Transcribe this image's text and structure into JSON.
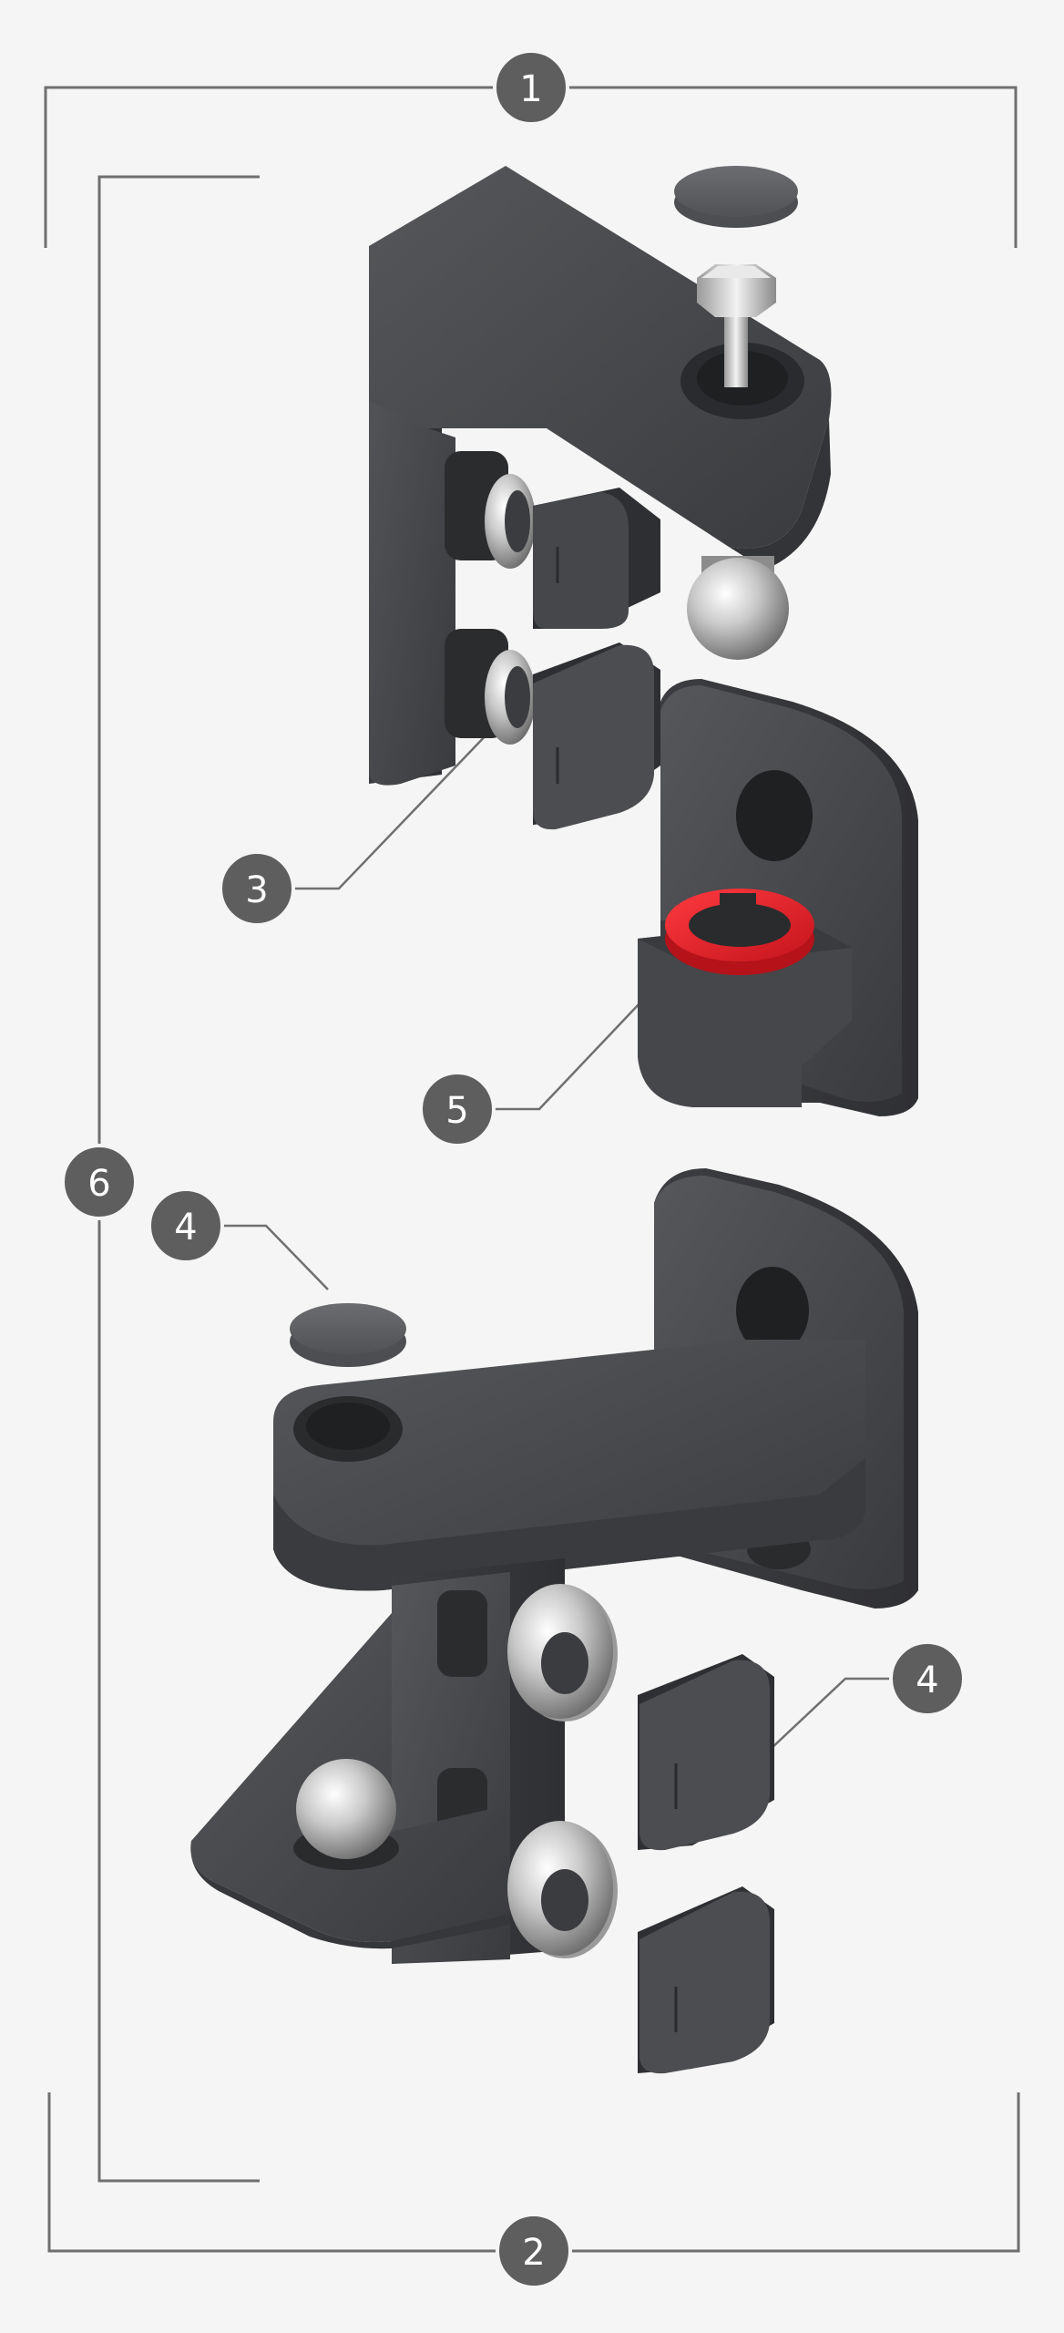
{
  "callouts": {
    "c1": "1",
    "c2": "2",
    "c3": "3",
    "c4a": "4",
    "c4b": "4",
    "c5": "5",
    "c6": "6"
  },
  "colors": {
    "background": "#f5f5f5",
    "part_dark": "#4a4b4e",
    "part_shadow": "#36373a",
    "cap_gray": "#606266",
    "chrome": "#c8c8c8",
    "bushing_red": "#e0222c",
    "callout_badge": "#5e5e5e",
    "leader_line": "#6f6f6f"
  }
}
